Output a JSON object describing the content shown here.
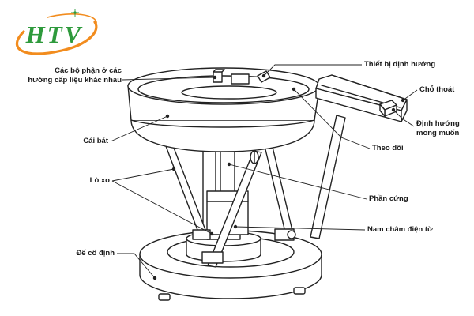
{
  "logo": {
    "text": "HTV",
    "colors": {
      "green": "#2e9a3c",
      "orange": "#f28c1e"
    }
  },
  "labels": {
    "parts_line1": "Các bộ phận ở các",
    "parts_line2": "hướng cấp liệu khác nhau",
    "orienting_device": "Thiết bị định hướng",
    "exit": "Chỗ  thoát",
    "desired_orientation_line1": "Định hướng",
    "desired_orientation_line2": "mong muốn",
    "bowl": "Cái bát",
    "track": "Theo dõi",
    "springs": "Lò xo",
    "armature": "Phần cứng",
    "electromagnet": "Nam châm điện từ",
    "fixed_base": "Đế cố định"
  },
  "line_color": "#222222"
}
